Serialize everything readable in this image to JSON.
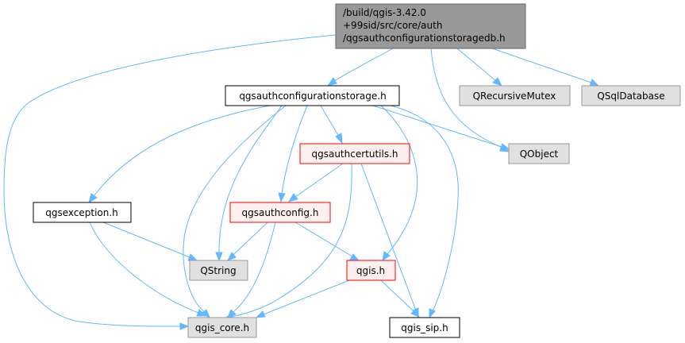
{
  "colors": {
    "edge": "#63b8ff",
    "root_fill": "#999999",
    "root_stroke": "#666666",
    "plain_fill": "#ffffff",
    "plain_stroke": "#000000",
    "external_fill": "#e0e0e0",
    "external_stroke": "#999999",
    "missing_fill": "#fff0f0",
    "missing_stroke": "#ff0000"
  },
  "nodes": {
    "root": {
      "lines": [
        "/build/qgis-3.42.0",
        "+99sid/src/core/auth",
        "/qgsauthconfigurationstoragedb.h"
      ],
      "style": "root"
    },
    "storage": {
      "lines": [
        "qgsauthconfigurationstorage.h"
      ],
      "style": "plain"
    },
    "mutex": {
      "lines": [
        "QRecursiveMutex"
      ],
      "style": "external"
    },
    "sqldb": {
      "lines": [
        "QSqlDatabase"
      ],
      "style": "external"
    },
    "certutils": {
      "lines": [
        "qgsauthcertutils.h"
      ],
      "style": "missing"
    },
    "qobject": {
      "lines": [
        "QObject"
      ],
      "style": "external"
    },
    "exception": {
      "lines": [
        "qgsexception.h"
      ],
      "style": "plain"
    },
    "authconfig": {
      "lines": [
        "qgsauthconfig.h"
      ],
      "style": "missing"
    },
    "qstring": {
      "lines": [
        "QString"
      ],
      "style": "external"
    },
    "qgis": {
      "lines": [
        "qgis.h"
      ],
      "style": "missing"
    },
    "core": {
      "lines": [
        "qgis_core.h"
      ],
      "style": "external"
    },
    "sip": {
      "lines": [
        "qgis_sip.h"
      ],
      "style": "plain"
    }
  },
  "edges": [
    {
      "from": "root",
      "to": "storage"
    },
    {
      "from": "root",
      "to": "core"
    },
    {
      "from": "root",
      "to": "qobject"
    },
    {
      "from": "root",
      "to": "mutex"
    },
    {
      "from": "root",
      "to": "sqldb"
    },
    {
      "from": "storage",
      "to": "certutils"
    },
    {
      "from": "storage",
      "to": "authconfig"
    },
    {
      "from": "storage",
      "to": "exception"
    },
    {
      "from": "storage",
      "to": "qstring"
    },
    {
      "from": "storage",
      "to": "core"
    },
    {
      "from": "storage",
      "to": "qgis"
    },
    {
      "from": "storage",
      "to": "sip"
    },
    {
      "from": "storage",
      "to": "qobject"
    },
    {
      "from": "certutils",
      "to": "authconfig"
    },
    {
      "from": "certutils",
      "to": "core"
    },
    {
      "from": "certutils",
      "to": "sip"
    },
    {
      "from": "authconfig",
      "to": "qstring"
    },
    {
      "from": "authconfig",
      "to": "core"
    },
    {
      "from": "authconfig",
      "to": "qgis"
    },
    {
      "from": "exception",
      "to": "qstring"
    },
    {
      "from": "exception",
      "to": "core"
    },
    {
      "from": "qgis",
      "to": "core"
    },
    {
      "from": "qgis",
      "to": "sip"
    }
  ]
}
